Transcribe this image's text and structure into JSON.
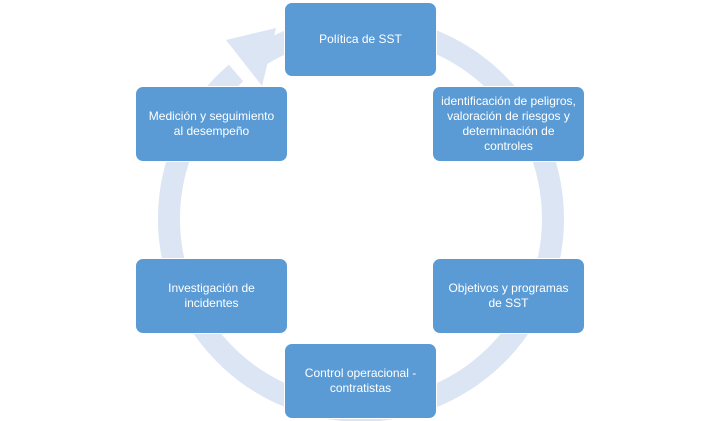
{
  "diagram": {
    "type": "cycle",
    "colors": {
      "box_fill": "#5b9bd5",
      "box_text": "#ffffff",
      "ring": "#dbe5f4"
    },
    "nodes": [
      {
        "id": "politica",
        "label": "Política de SST"
      },
      {
        "id": "identif",
        "label": "identificación de peligros, valoración de riesgos y determinación de controles"
      },
      {
        "id": "objetivos",
        "label": "Objetivos y programas de SST"
      },
      {
        "id": "control",
        "label": "Control operacional - contratistas"
      },
      {
        "id": "investig",
        "label": "Investigación de incidentes"
      },
      {
        "id": "medicion",
        "label": "Medición y seguimiento al desempeño"
      }
    ]
  }
}
